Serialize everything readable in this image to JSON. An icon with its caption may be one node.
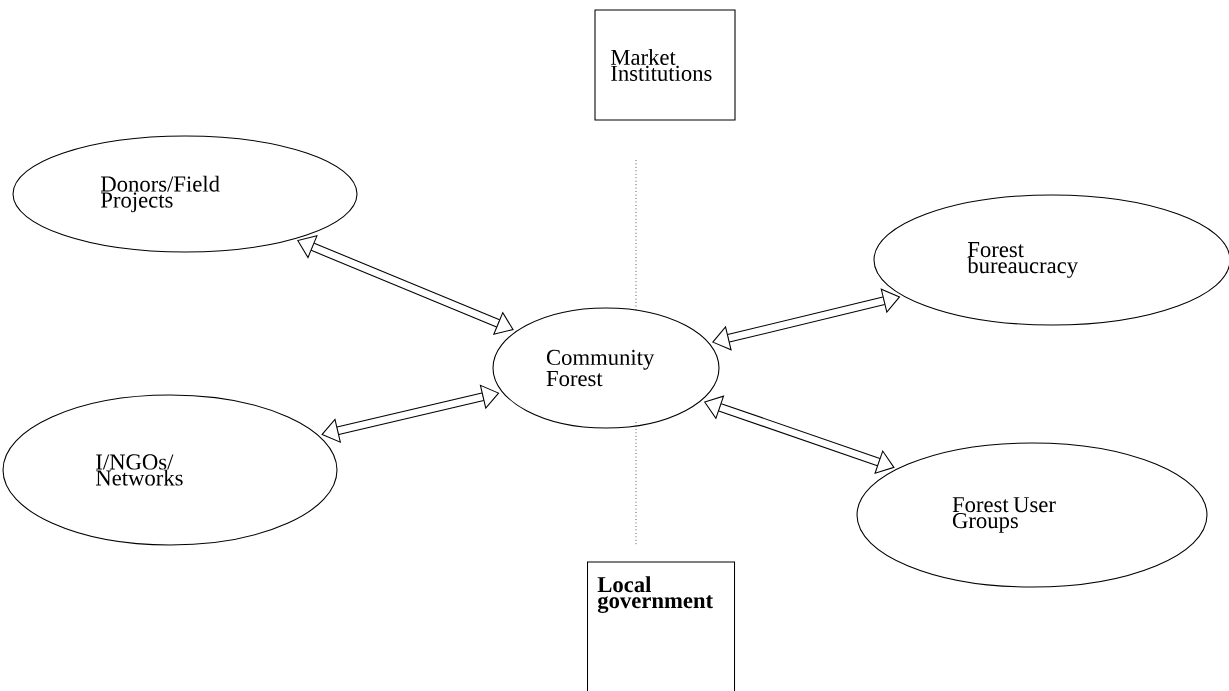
{
  "diagram": {
    "nodes": [
      {
        "text": [
          "Market Institutions"
        ]
      },
      {
        "text": [
          "Donors/Field Projects"
        ]
      },
      {
        "text": [
          "Forest bureaucracy"
        ]
      },
      {
        "text": [
          "Community Forest"
        ]
      },
      {
        "text": [
          "I/NGOs/ Networks"
        ]
      },
      {
        "text": [
          "Forest User Groups"
        ]
      },
      {
        "text": [
          "Local government"
        ]
      }
    ],
    "edges": [
      {
        "from": 1,
        "to": 3,
        "arrow": "both"
      },
      {
        "from": 3,
        "to": 2,
        "arrow": "both"
      },
      {
        "from": 4,
        "to": 3,
        "arrow": "both"
      },
      {
        "from": 3,
        "to": 5,
        "arrow": "both"
      }
    ]
  }
}
